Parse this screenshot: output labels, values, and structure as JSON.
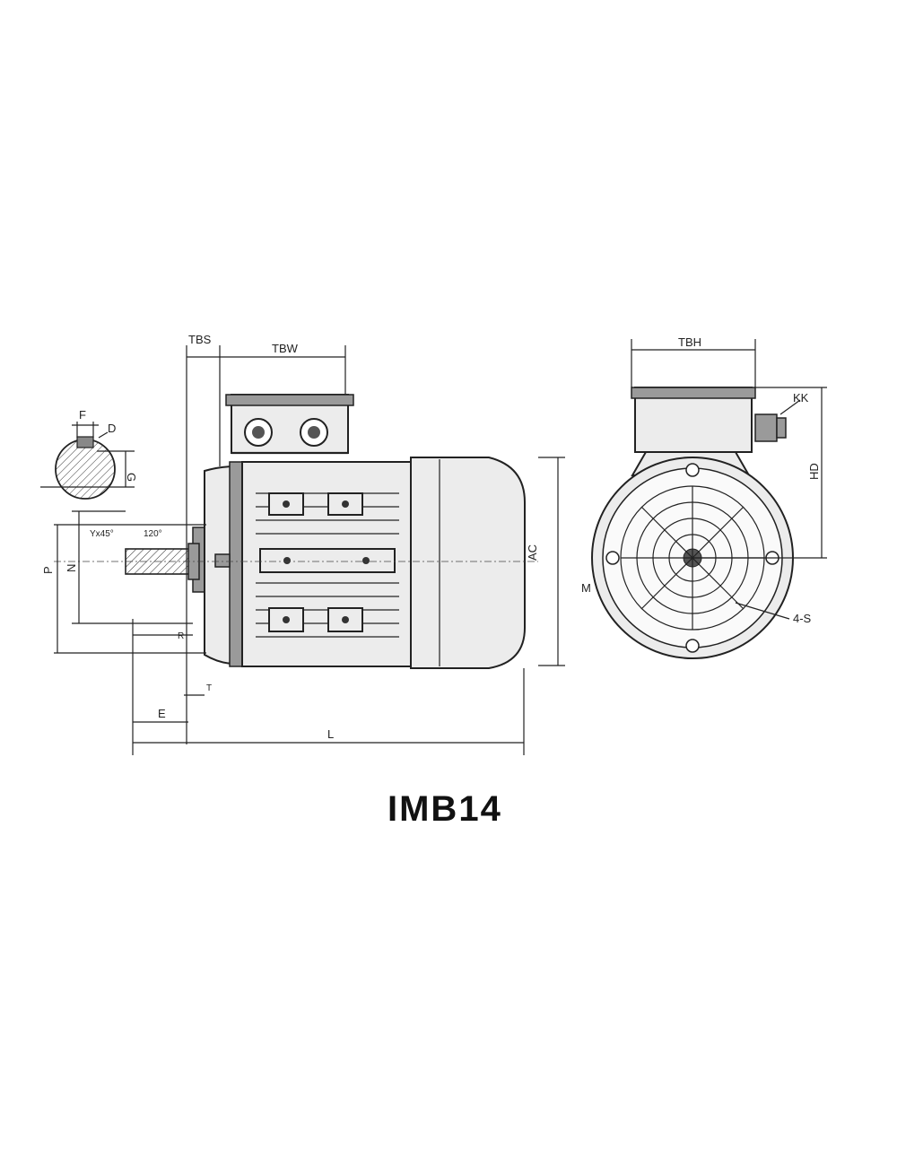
{
  "title": "IMB14",
  "labels": {
    "tbs": "TBS",
    "tbw": "TBW",
    "tbh": "TBH",
    "kk": "KK",
    "hd": "HD",
    "ac": "AC",
    "f": "F",
    "d": "D",
    "g": "G",
    "p": "P",
    "n": "N",
    "chamfer": "Yx45°",
    "angle": "120°",
    "e": "E",
    "l": "L",
    "r": "R",
    "t": "T",
    "m": "M",
    "s": "4-S"
  }
}
